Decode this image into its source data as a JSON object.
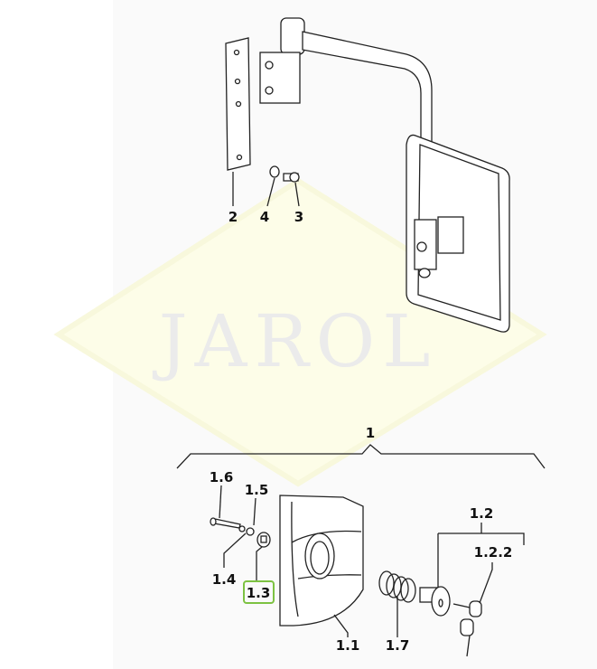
{
  "watermark": {
    "text": "JAROL",
    "color": "#fdfde8"
  },
  "highlight_color": "#7dc242",
  "callouts": {
    "c2": "2",
    "c4": "4",
    "c3": "3",
    "c1": "1",
    "c1_6": "1.6",
    "c1_5": "1.5",
    "c1_4": "1.4",
    "c1_3": "1.3",
    "c1_1": "1.1",
    "c1_7": "1.7",
    "c1_2": "1.2",
    "c1_2_2": "1.2.2"
  },
  "highlighted_callout": "1.3"
}
